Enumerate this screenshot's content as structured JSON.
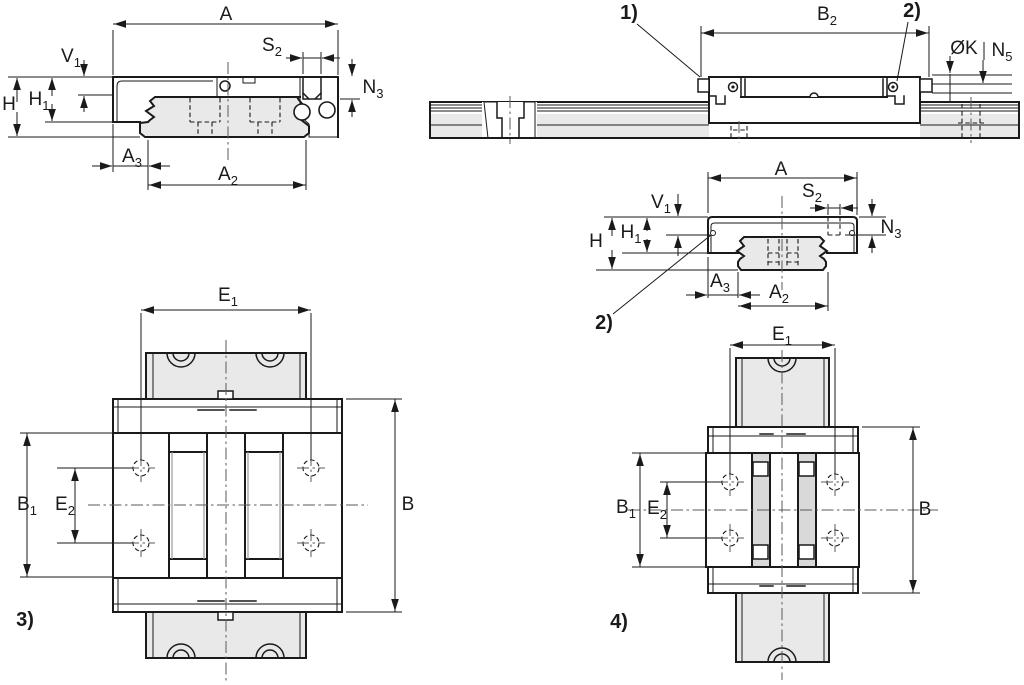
{
  "page": {
    "background": "#ffffff",
    "line_color": "#1a1a1a",
    "rail_fill": "#e9e9e9",
    "description_visible_text_only": true
  },
  "labels": {
    "tl_A": {
      "base": "A",
      "sub": ""
    },
    "tl_V1": {
      "base": "V",
      "sub": "1"
    },
    "tl_H": {
      "base": "H",
      "sub": ""
    },
    "tl_H1": {
      "base": "H",
      "sub": "1"
    },
    "tl_S2": {
      "base": "S",
      "sub": "2"
    },
    "tl_N3": {
      "base": "N",
      "sub": "3"
    },
    "tl_A3": {
      "base": "A",
      "sub": "3"
    },
    "tl_A2": {
      "base": "A",
      "sub": "2"
    },
    "tr_callout1": {
      "base": "1)",
      "sub": ""
    },
    "tr_callout2": {
      "base": "2)",
      "sub": ""
    },
    "tr_B2": {
      "base": "B",
      "sub": "2"
    },
    "tr_OK": {
      "base": "ØK",
      "sub": ""
    },
    "tr_N5": {
      "base": "N",
      "sub": "5"
    },
    "mr_A": {
      "base": "A",
      "sub": ""
    },
    "mr_V1": {
      "base": "V",
      "sub": "1"
    },
    "mr_H": {
      "base": "H",
      "sub": ""
    },
    "mr_H1": {
      "base": "H",
      "sub": "1"
    },
    "mr_S2": {
      "base": "S",
      "sub": "2"
    },
    "mr_N3": {
      "base": "N",
      "sub": "3"
    },
    "mr_A3": {
      "base": "A",
      "sub": "3"
    },
    "mr_A2": {
      "base": "A",
      "sub": "2"
    },
    "mr_callout2": {
      "base": "2)",
      "sub": ""
    },
    "v3_E1": {
      "base": "E",
      "sub": "1"
    },
    "v3_B1": {
      "base": "B",
      "sub": "1"
    },
    "v3_E2": {
      "base": "E",
      "sub": "2"
    },
    "v3_B": {
      "base": "B",
      "sub": ""
    },
    "v3_callout": {
      "base": "3)",
      "sub": ""
    },
    "v4_E1": {
      "base": "E",
      "sub": "1"
    },
    "v4_B1": {
      "base": "B",
      "sub": "1"
    },
    "v4_E2": {
      "base": "E",
      "sub": "2"
    },
    "v4_B": {
      "base": "B",
      "sub": ""
    },
    "v4_callout": {
      "base": "4)",
      "sub": ""
    }
  }
}
